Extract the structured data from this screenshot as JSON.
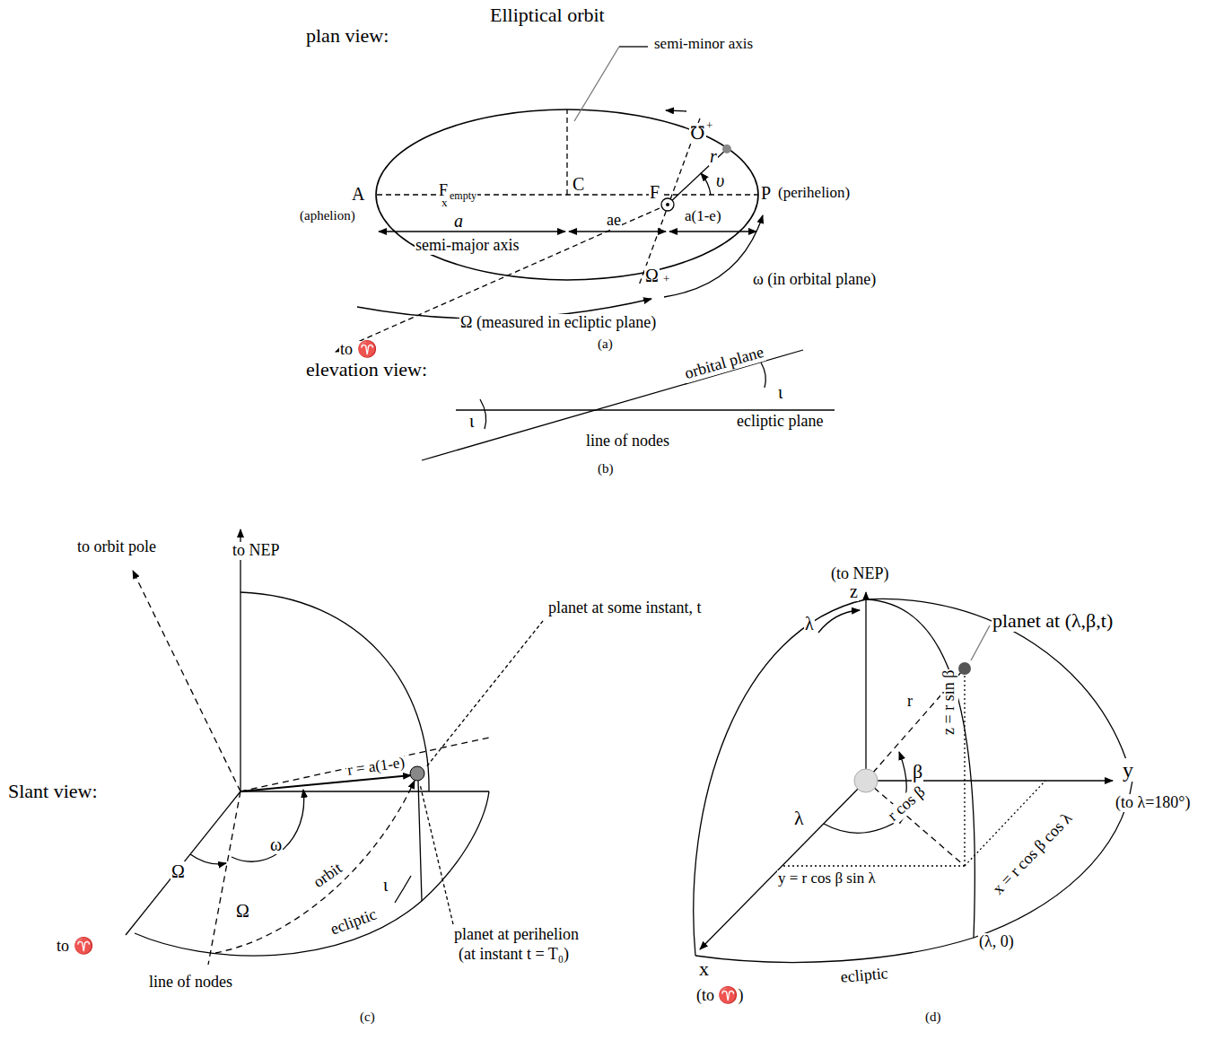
{
  "diagram": {
    "title": "Elliptical orbit",
    "labels": [
      "plan view:",
      "semi-minor axis",
      "℧",
      "+",
      "r",
      "υ",
      "A",
      "(aphelion)",
      "F",
      "empty",
      "x",
      "C",
      "F",
      "P",
      "(perihelion)",
      "a",
      "semi-major axis",
      "ae",
      "a(1-e)",
      "Ω",
      "+",
      "ω (in orbital plane)",
      "to ♈",
      "Ω (measured in ecliptic plane)",
      "(a)",
      "elevation view:",
      "orbital plane",
      "ι",
      "ι",
      "ecliptic plane",
      "line of nodes",
      "(b)",
      "to orbit pole",
      "to NEP",
      "planet at some instant, t",
      "Slant view:",
      "r = a(1-e)",
      "ω",
      "Ω",
      "Ω",
      "orbit",
      "ecliptic",
      "ι",
      "to ♈",
      "line of nodes",
      "planet at perihelion",
      "(at instant t = T₀)",
      "(c)",
      "(to NEP)",
      "z",
      "λ",
      "planet at (λ,β,t)",
      "r",
      "z = r sin β",
      "β",
      "λ",
      "r cos β",
      "x = r cos β cos λ",
      "y",
      "(to λ=180°)",
      "y = r cos β sin λ",
      "x",
      "(to ♈)",
      "ecliptic",
      "(λ, 0)",
      "(d)"
    ]
  }
}
